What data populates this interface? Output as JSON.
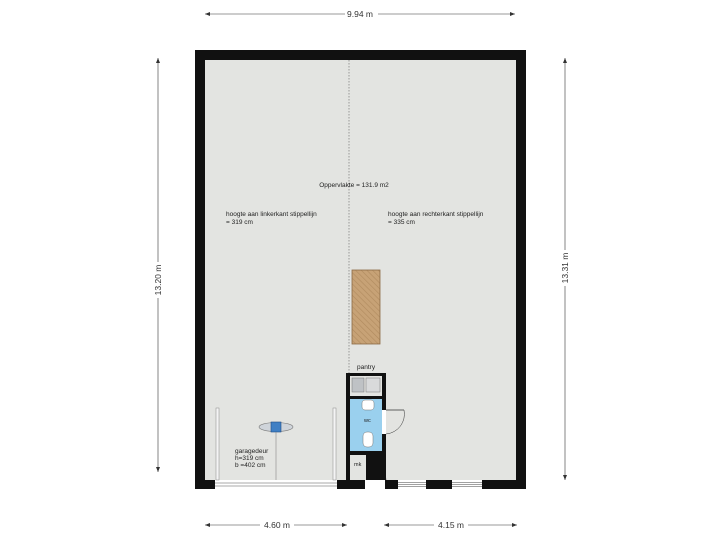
{
  "plan": {
    "area_label": "Oppervlakte = 131.9 m2",
    "left_height_note": {
      "line1": "hoogte aan linkerkant stippellijn",
      "line2": "= 319 cm"
    },
    "right_height_note": {
      "line1": "hoogte aan rechterkant stippellijn",
      "line2": "= 335 cm"
    },
    "rooms": {
      "pantry": "pantry",
      "wc": "wc",
      "mk": "mk"
    },
    "garage_door": {
      "line1": "garagedeur",
      "line2": "h=319 cm",
      "line3": "b =402 cm"
    }
  },
  "dimensions": {
    "top": "9.94 m",
    "left": "13.20 m",
    "right": "13.31 m",
    "bottom_left": "4.60 m",
    "bottom_right": "4.15 m"
  },
  "colors": {
    "wall": "#111111",
    "floor": "#e3e4e1",
    "wc_floor": "#9ad0ee",
    "counter": "#c9a57a",
    "dimension_line": "#333333"
  }
}
